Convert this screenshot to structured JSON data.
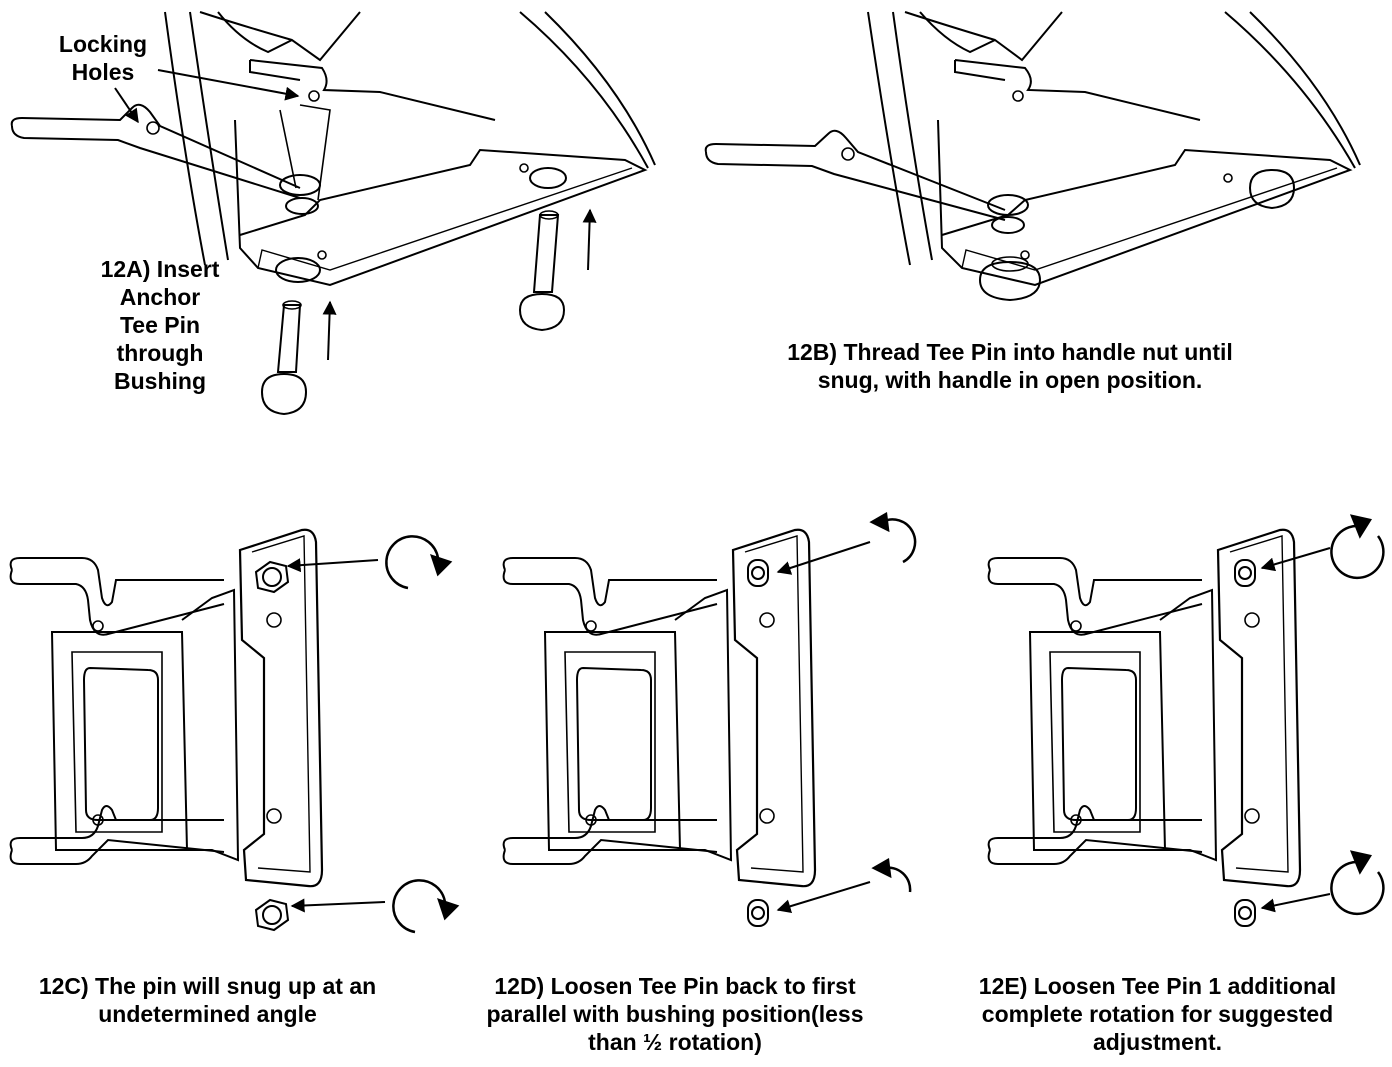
{
  "labels": {
    "locking_holes": [
      "Locking",
      "Holes"
    ]
  },
  "captions": {
    "step_12a": [
      "12A) Insert",
      "Anchor",
      "Tee Pin",
      "through",
      "Bushing"
    ],
    "step_12b": [
      "12B) Thread Tee Pin into handle nut until",
      "snug, with handle in open position."
    ],
    "step_12c": [
      "12C) The pin will snug up at an",
      "undetermined angle"
    ],
    "step_12d": [
      "12D) Loosen Tee Pin back to first",
      "parallel with bushing position(less",
      "than ½ rotation)"
    ],
    "step_12e": [
      "12E) Loosen Tee Pin 1 additional",
      "complete rotation for suggested",
      "adjustment."
    ]
  },
  "icons": {
    "rotation_12c": "clockwise-arrow-icon",
    "rotation_12d": "counterclockwise-arrow-icon",
    "rotation_12e": "full-rotation-arrow-icon"
  },
  "colors": {
    "line": "#000000",
    "background": "#ffffff"
  }
}
